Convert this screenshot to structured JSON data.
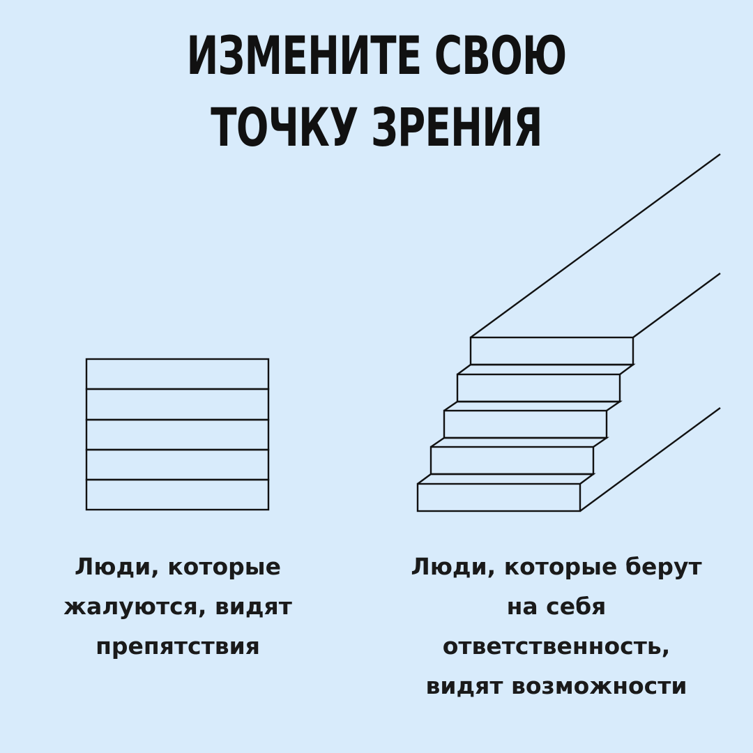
{
  "title": {
    "line1": "ИЗМЕНИТЕ СВОЮ",
    "line2": "ТОЧКУ ЗРЕНИЯ"
  },
  "captions": {
    "left": {
      "line1": "Люди, которые",
      "line2": "жалуются, видят",
      "line3": "препятствия"
    },
    "right": {
      "line1": "Люди, которые берут",
      "line2": "на себя",
      "line3": "ответственность,",
      "line4": "видят возможности"
    }
  },
  "colors": {
    "background": "#d8ebfb",
    "ink": "#111111"
  }
}
